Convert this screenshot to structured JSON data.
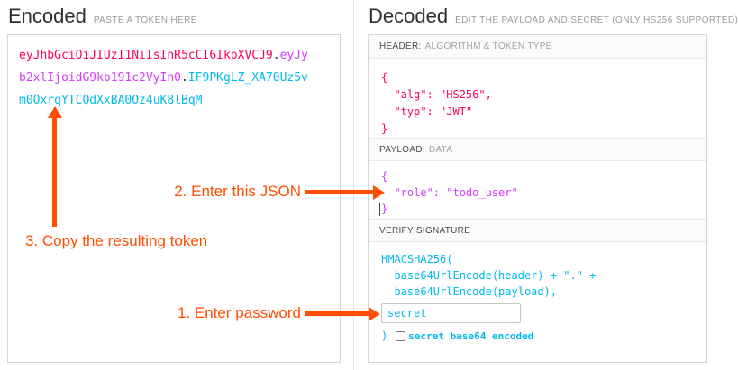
{
  "colors": {
    "header": "#fb015b",
    "payload": "#d63aff",
    "signature": "#00b9f1",
    "annotation": "#ff4e00",
    "token_dot": "#2b2b2b"
  },
  "encoded": {
    "title": "Encoded",
    "subtitle": "PASTE A TOKEN HERE",
    "token": {
      "header_segment": "eyJhbGciOiJIUzI1NiIsInR5cCI6IkpXVCJ9",
      "separator1": ".",
      "payload_segment": "eyJyb2xlIjoidG9kb191c2VyIn0",
      "separator2": ".",
      "signature_segment": "IF9PKgLZ_XA70Uz5vm0OxrqYTCQdXxBA0Oz4uK8lBqM"
    }
  },
  "decoded": {
    "title": "Decoded",
    "subtitle": "EDIT THE PAYLOAD AND SECRET (ONLY HS256 SUPPORTED)",
    "header_section": {
      "label_strong": "HEADER:",
      "label_rest": "ALGORITHM & TOKEN TYPE",
      "json": "{\n  \"alg\": \"HS256\",\n  \"typ\": \"JWT\"\n}"
    },
    "payload_section": {
      "label_strong": "PAYLOAD:",
      "label_rest": "DATA",
      "json": "{\n  \"role\": \"todo_user\"\n}"
    },
    "signature_section": {
      "label_strong": "VERIFY SIGNATURE",
      "label_rest": "",
      "code_line1": "HMACSHA256(",
      "code_line2": "  base64UrlEncode(header) + \".\" +",
      "code_line3": "  base64UrlEncode(payload),",
      "secret_value": "secret",
      "closing_paren": ")",
      "checkbox_label": "secret base64 encoded"
    }
  },
  "annotations": {
    "step1": "1. Enter password",
    "step2": "2. Enter this JSON",
    "step3": "3. Copy the resulting token"
  }
}
